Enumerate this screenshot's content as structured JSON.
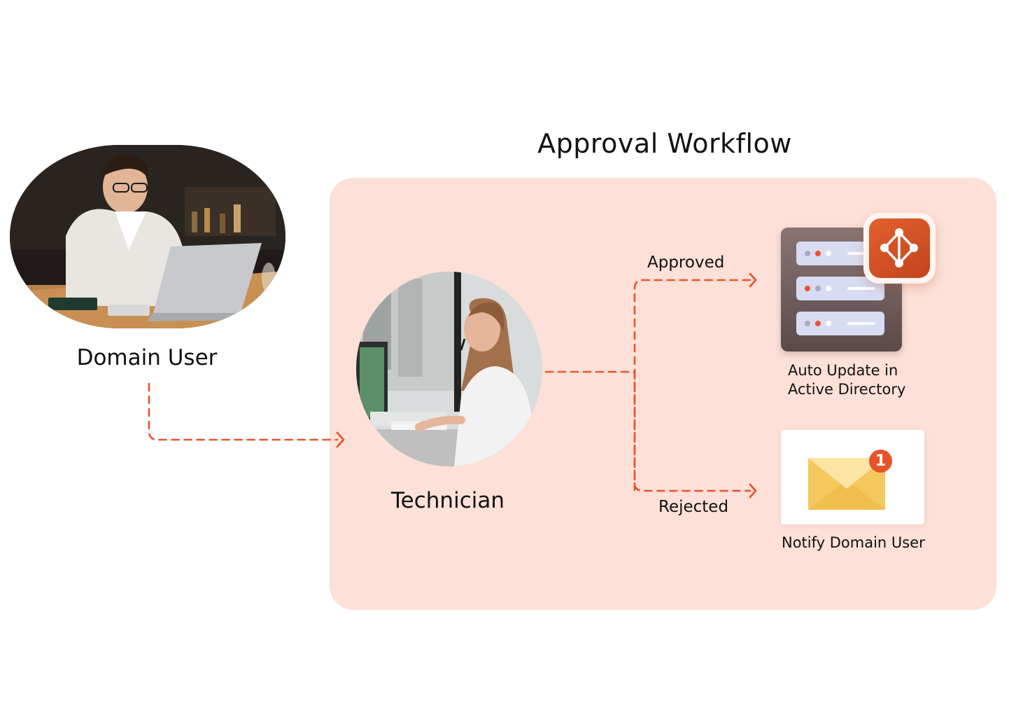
{
  "title": "Approval Workflow",
  "nodes": {
    "domain_user": "Domain User",
    "technician": "Technician",
    "ad_update": [
      "Auto Update in",
      "Active Directory"
    ],
    "notify": "Notify Domain User"
  },
  "edges": {
    "approved": "Approved",
    "rejected": "Rejected"
  },
  "notification_count": "1",
  "colors": {
    "accent": "#e8542a",
    "panel": "#fde0d7",
    "text": "#111111"
  },
  "icons": {
    "ad": "active-directory-icon",
    "mail": "envelope-icon",
    "server": "server-rack-icon"
  }
}
